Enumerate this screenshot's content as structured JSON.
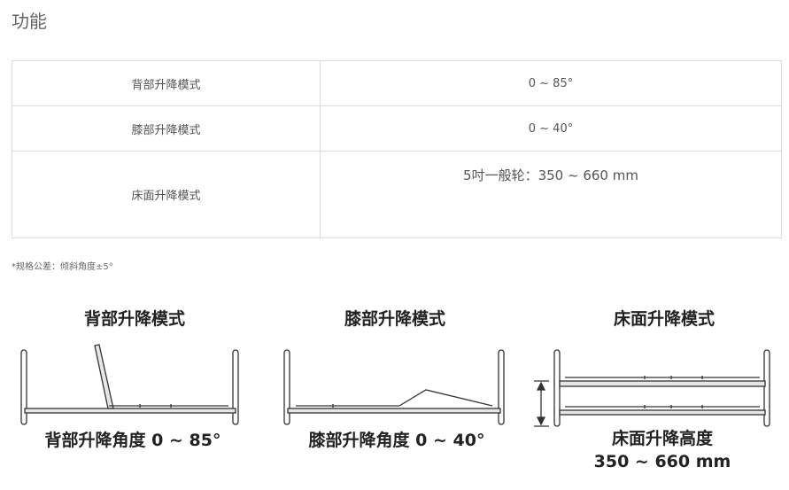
{
  "title": "功能",
  "spec_table": {
    "rows": [
      {
        "label": "背部升降模式",
        "value": "0 ~ 85°"
      },
      {
        "label": "膝部升降模式",
        "value": "0 ~ 40°"
      },
      {
        "label": "床面升降模式",
        "value": "5吋一般轮：350 ~ 660 mm"
      }
    ]
  },
  "note": "*规格公差：倾斜角度±5°",
  "diagrams": {
    "back": {
      "heading": "背部升降模式",
      "caption": "背部升降角度 0 ~ 85°"
    },
    "knee": {
      "heading": "膝部升降模式",
      "caption": "膝部升降角度 0 ~ 40°"
    },
    "height": {
      "heading": "床面升降模式",
      "caption_line1": "床面升降高度",
      "caption_line2": "350 ~ 660 mm"
    }
  }
}
